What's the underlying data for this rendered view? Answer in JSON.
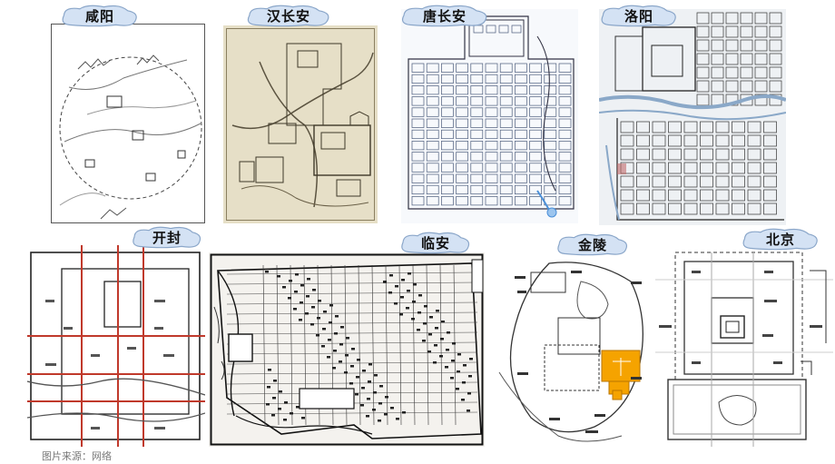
{
  "maps": [
    {
      "id": "xianyang",
      "title": "咸阳"
    },
    {
      "id": "hanchangan",
      "title": "汉长安"
    },
    {
      "id": "tangchangan",
      "title": "唐长安"
    },
    {
      "id": "luoyang",
      "title": "洛阳"
    },
    {
      "id": "kaifeng",
      "title": "开封"
    },
    {
      "id": "linan",
      "title": "临安"
    },
    {
      "id": "jinling",
      "title": "金陵"
    },
    {
      "id": "beijing",
      "title": "北京"
    }
  ],
  "credit": "图片来源：网络",
  "colors": {
    "tag_fill": "#d4e2f4",
    "tag_stroke": "#8aa6c9",
    "kaifeng_red": "#c0392b",
    "jinling_orange": "#f5a300"
  }
}
